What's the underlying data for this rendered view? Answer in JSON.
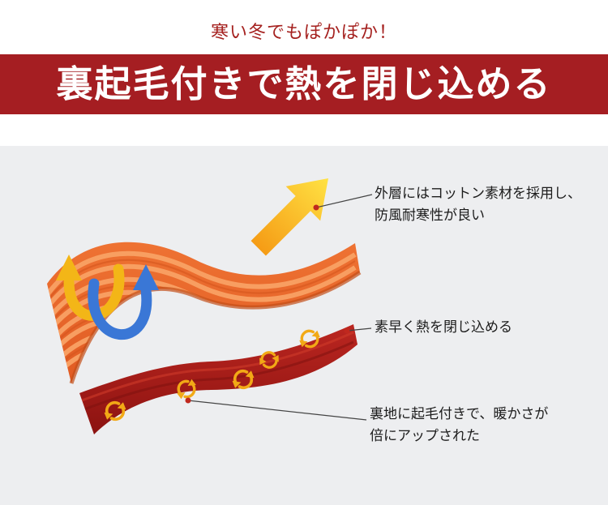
{
  "page": {
    "tagline": "寒い冬でもぽかぽか！",
    "banner_title": "裏起毛付きで熱を閉じ込める"
  },
  "annotations": {
    "outer_layer": {
      "line1": "外層にはコットン素材を採用し、",
      "line2": "防風耐寒性が良い"
    },
    "trap_heat": {
      "line1": "素早く熱を閉じ込める"
    },
    "lining": {
      "line1": "裏地に起毛付きで、暖かさが",
      "line2": "倍にアップされた"
    }
  },
  "icons": {
    "heat_escape": "up-right-arrow-icon",
    "circulation_yellow": "u-turn-arrow-icon",
    "circulation_blue": "u-turn-arrow-icon",
    "heat_cycle": "cycle-arrows-icon"
  },
  "colors": {
    "banner_bg": "#a51e22",
    "tagline_red": "#a5211f",
    "background_gray": "#edeef0",
    "outer_sheet_orange": "#e96428",
    "outer_sheet_stripe": "#f9a265",
    "lining_sheet_red": "#a91c19",
    "arrow_yellow": "#ffd21c",
    "arrow_blue": "#3a77d6",
    "cycle_icon_yellow": "#f2a916",
    "callout_dot_red": "#c0281e",
    "annotation_text": "#1c1c1c"
  }
}
